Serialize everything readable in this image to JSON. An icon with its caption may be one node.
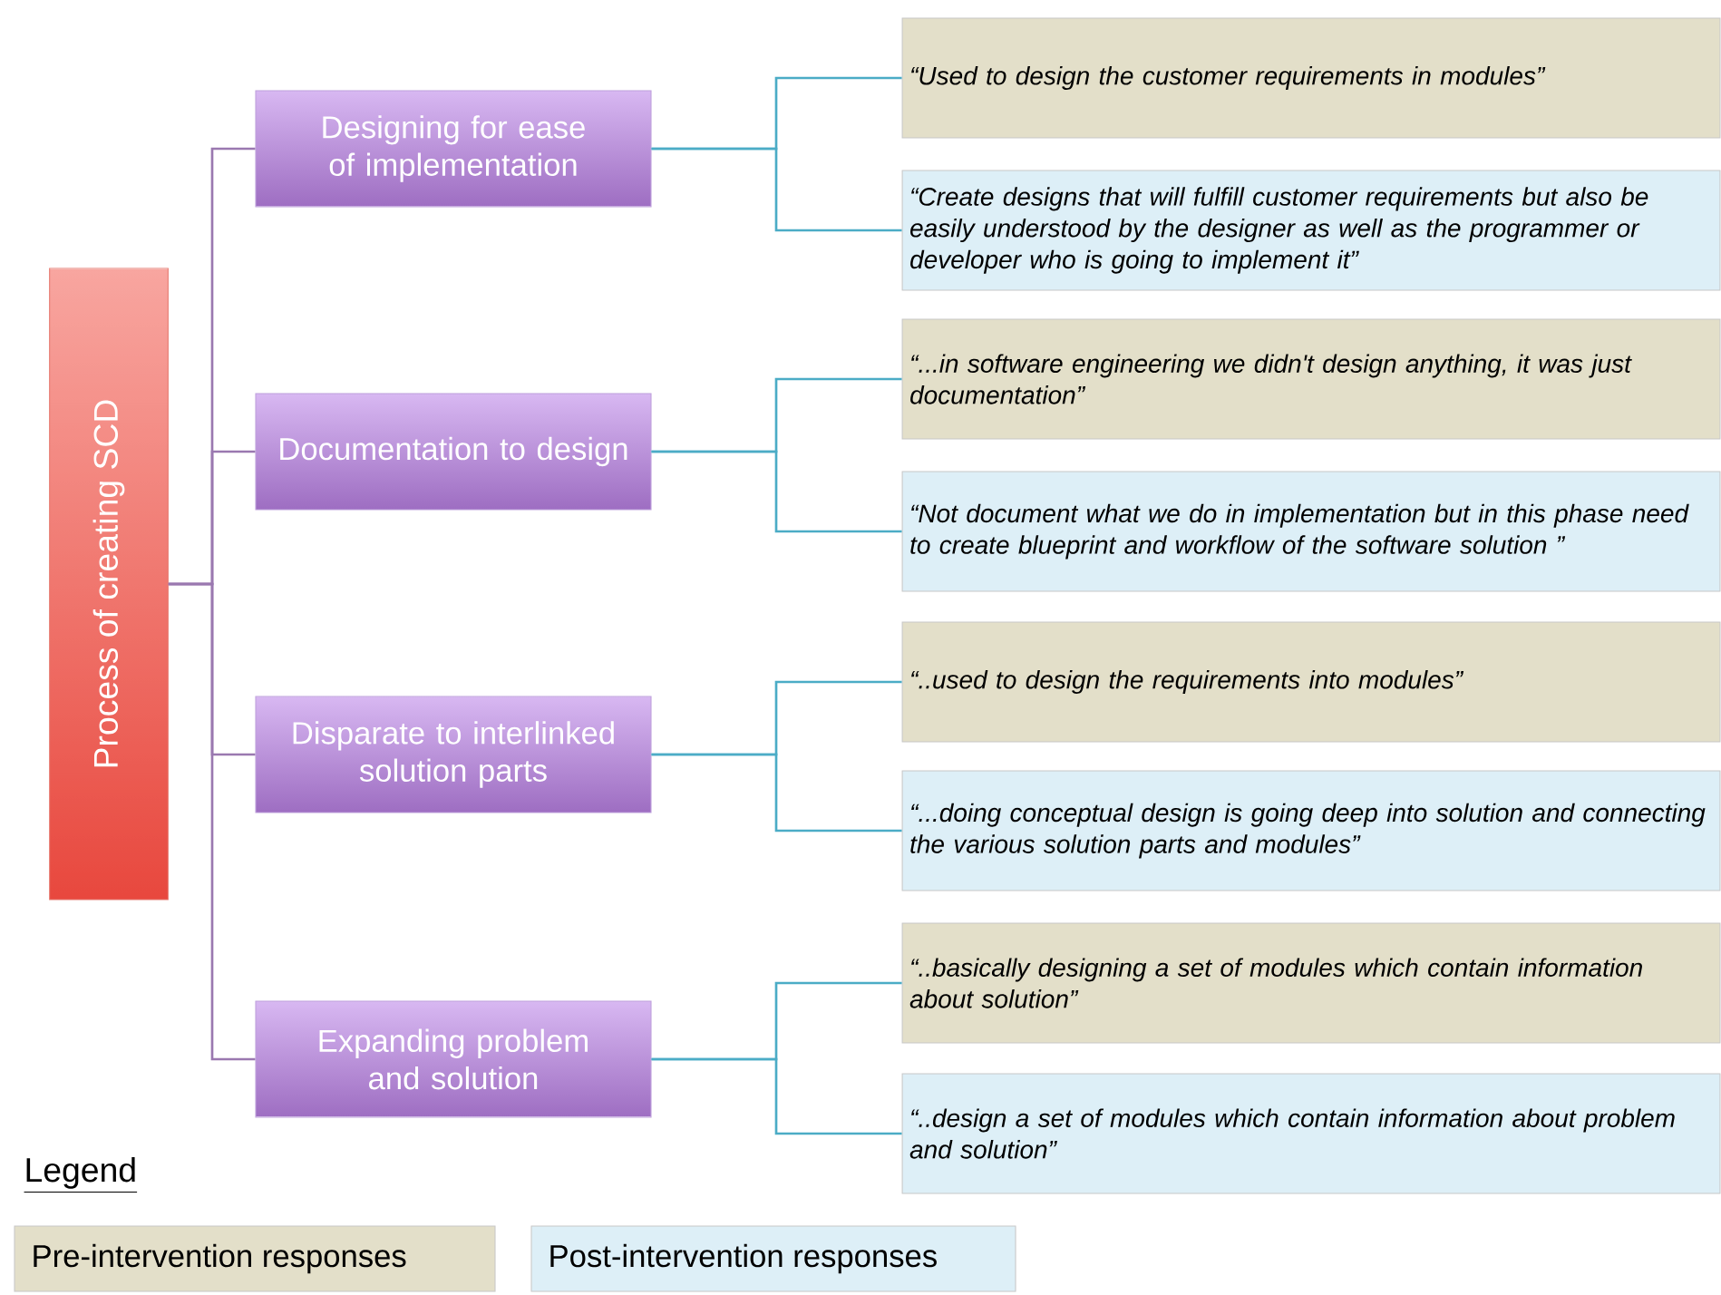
{
  "diagram": {
    "nodes": [
      {
        "text": [
          "Process of creating SCD"
        ]
      },
      {
        "text": [
          "Designing for ease of implementation"
        ]
      },
      {
        "text": [
          "Documentation to design"
        ]
      },
      {
        "text": [
          "Disparate to interlinked solution parts"
        ]
      },
      {
        "text": [
          "Expanding problem and solution"
        ]
      },
      {
        "text": [
          "“Used to design the customer requirements in modules”"
        ]
      },
      {
        "text": [
          "“Create designs that will fulfill customer requirements but also be easily understood by the designer as well as the programmer or developer who is going to implement it”"
        ]
      },
      {
        "text": [
          "“...in software engineering we didn't design anything, it was just documentation”"
        ]
      },
      {
        "text": [
          "“Not document what we do in implementation but in this phase need to create blueprint and workflow of the software solution ”"
        ]
      },
      {
        "text": [
          "“..used to design the requirements into modules”"
        ]
      },
      {
        "text": [
          "“...doing conceptual design is going deep into solution and connecting the various solution parts and modules”"
        ]
      },
      {
        "text": [
          "“..basically designing a set of modules which contain information about solution”"
        ]
      },
      {
        "text": [
          "“..design a set of modules which contain information about problem and solution”"
        ]
      }
    ],
    "edges": [
      {
        "from": 0,
        "to": 1,
        "arrow": "none",
        "color": "#9a78b0"
      },
      {
        "from": 0,
        "to": 2,
        "arrow": "none",
        "color": "#9a78b0"
      },
      {
        "from": 0,
        "to": 3,
        "arrow": "none",
        "color": "#9a78b0"
      },
      {
        "from": 0,
        "to": 4,
        "arrow": "none",
        "color": "#9a78b0"
      },
      {
        "from": 1,
        "to": 5,
        "arrow": "none"
      },
      {
        "from": 1,
        "to": 6,
        "arrow": "none"
      },
      {
        "from": 2,
        "to": 7,
        "arrow": "none"
      },
      {
        "from": 2,
        "to": 8,
        "arrow": "none"
      },
      {
        "from": 3,
        "to": 9,
        "arrow": "none"
      },
      {
        "from": 3,
        "to": 10,
        "arrow": "none"
      },
      {
        "from": 4,
        "to": 11,
        "arrow": "none"
      },
      {
        "from": 4,
        "to": 12,
        "arrow": "none"
      }
    ],
    "labels": [
      "Legend"
    ],
    "legend": [
      {
        "text": "Pre-intervention responses",
        "color": "#e3dfc9"
      },
      {
        "text": "Post-intervention responses",
        "color": "#ddeff7"
      }
    ]
  }
}
